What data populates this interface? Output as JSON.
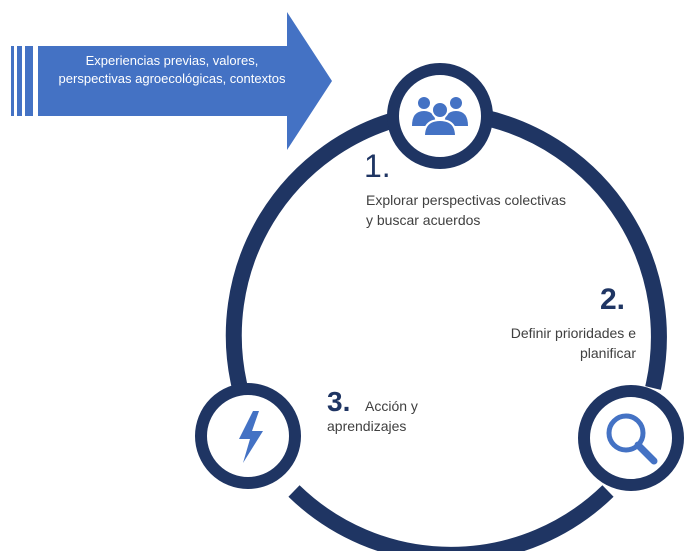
{
  "colors": {
    "navy": "#1f3563",
    "arrow_blue": "#4472c4",
    "icon_blue": "#4472c4",
    "text_gray": "#404040"
  },
  "input_arrow": {
    "text": "Experiencias previas, valores, perspectivas agroecológicas, contextos"
  },
  "steps": [
    {
      "number": "1.",
      "label": "Explorar perspectivas colectivas y buscar acuerdos",
      "icon": "people-group-icon"
    },
    {
      "number": "2.",
      "label": "Definir prioridades e planificar",
      "icon": "magnifier-icon"
    },
    {
      "number": "3.",
      "label": "Acción y aprendizajes",
      "icon": "lightning-icon"
    }
  ]
}
